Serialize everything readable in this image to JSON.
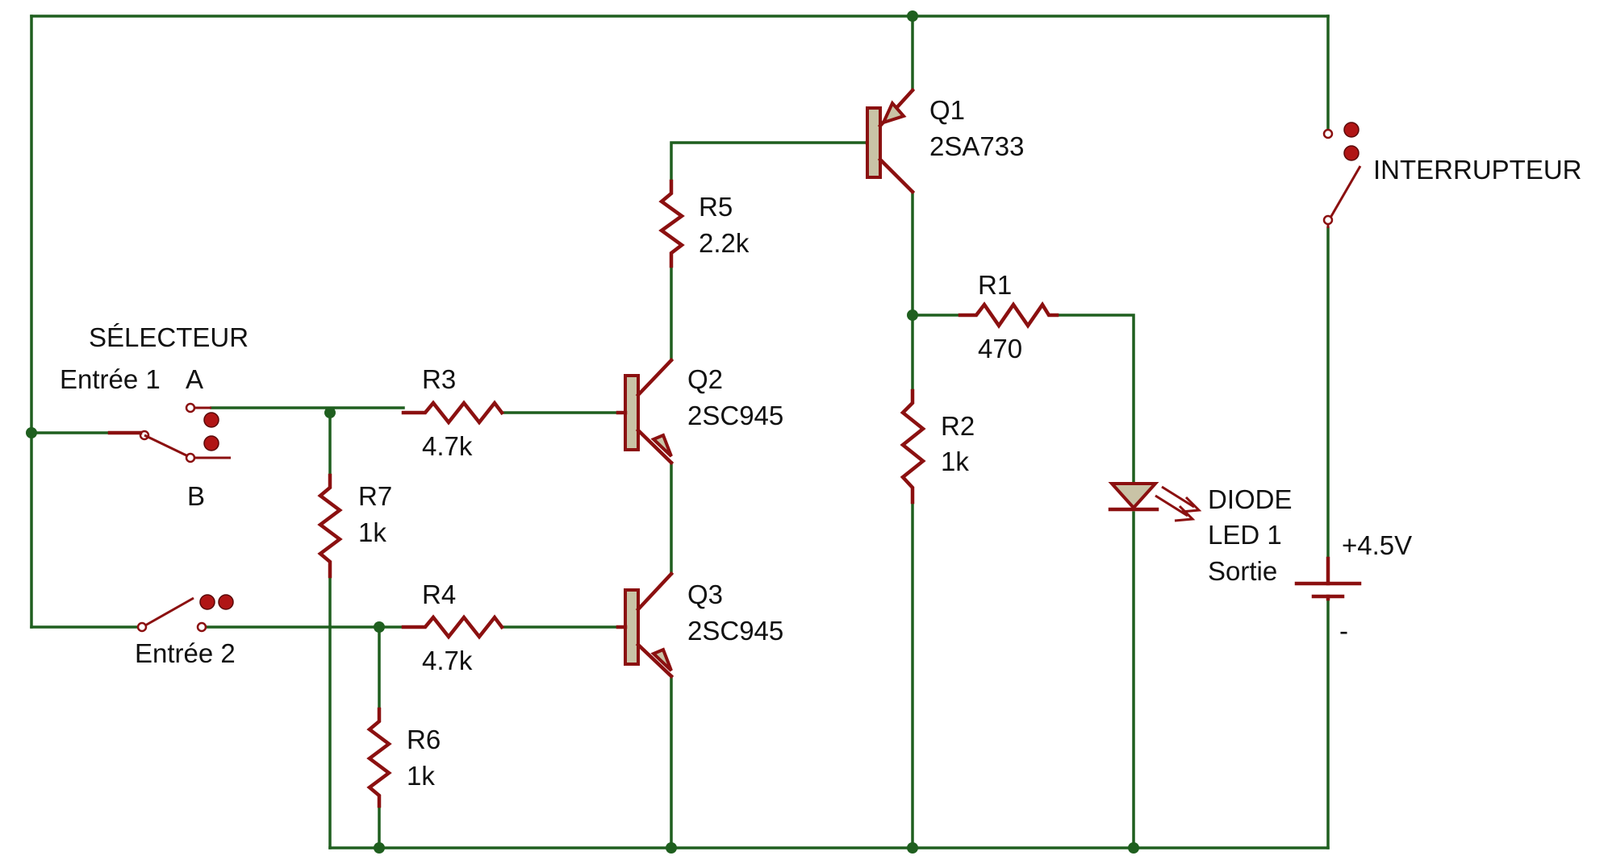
{
  "labels": {
    "selector_title": "SÉLECTEUR",
    "input1": "Entrée 1",
    "pos_a": "A",
    "pos_b": "B",
    "input2": "Entrée 2",
    "switch": "INTERRUPTEUR",
    "battery_pos": "+4.5V",
    "battery_neg": "-",
    "led_line1": "DIODE",
    "led_line2": "LED 1",
    "led_line3": "Sortie"
  },
  "components": {
    "q1": {
      "ref": "Q1",
      "value": "2SA733"
    },
    "q2": {
      "ref": "Q2",
      "value": "2SC945"
    },
    "q3": {
      "ref": "Q3",
      "value": "2SC945"
    },
    "r1": {
      "ref": "R1",
      "value": "470"
    },
    "r2": {
      "ref": "R2",
      "value": "1k"
    },
    "r3": {
      "ref": "R3",
      "value": "4.7k"
    },
    "r4": {
      "ref": "R4",
      "value": "4.7k"
    },
    "r5": {
      "ref": "R5",
      "value": "2.2k"
    },
    "r6": {
      "ref": "R6",
      "value": "1k"
    },
    "r7": {
      "ref": "R7",
      "value": "1k"
    }
  },
  "colors": {
    "wire": "#1f5f1f",
    "component": "#8b1010",
    "body_fill": "#c9c3a6"
  }
}
